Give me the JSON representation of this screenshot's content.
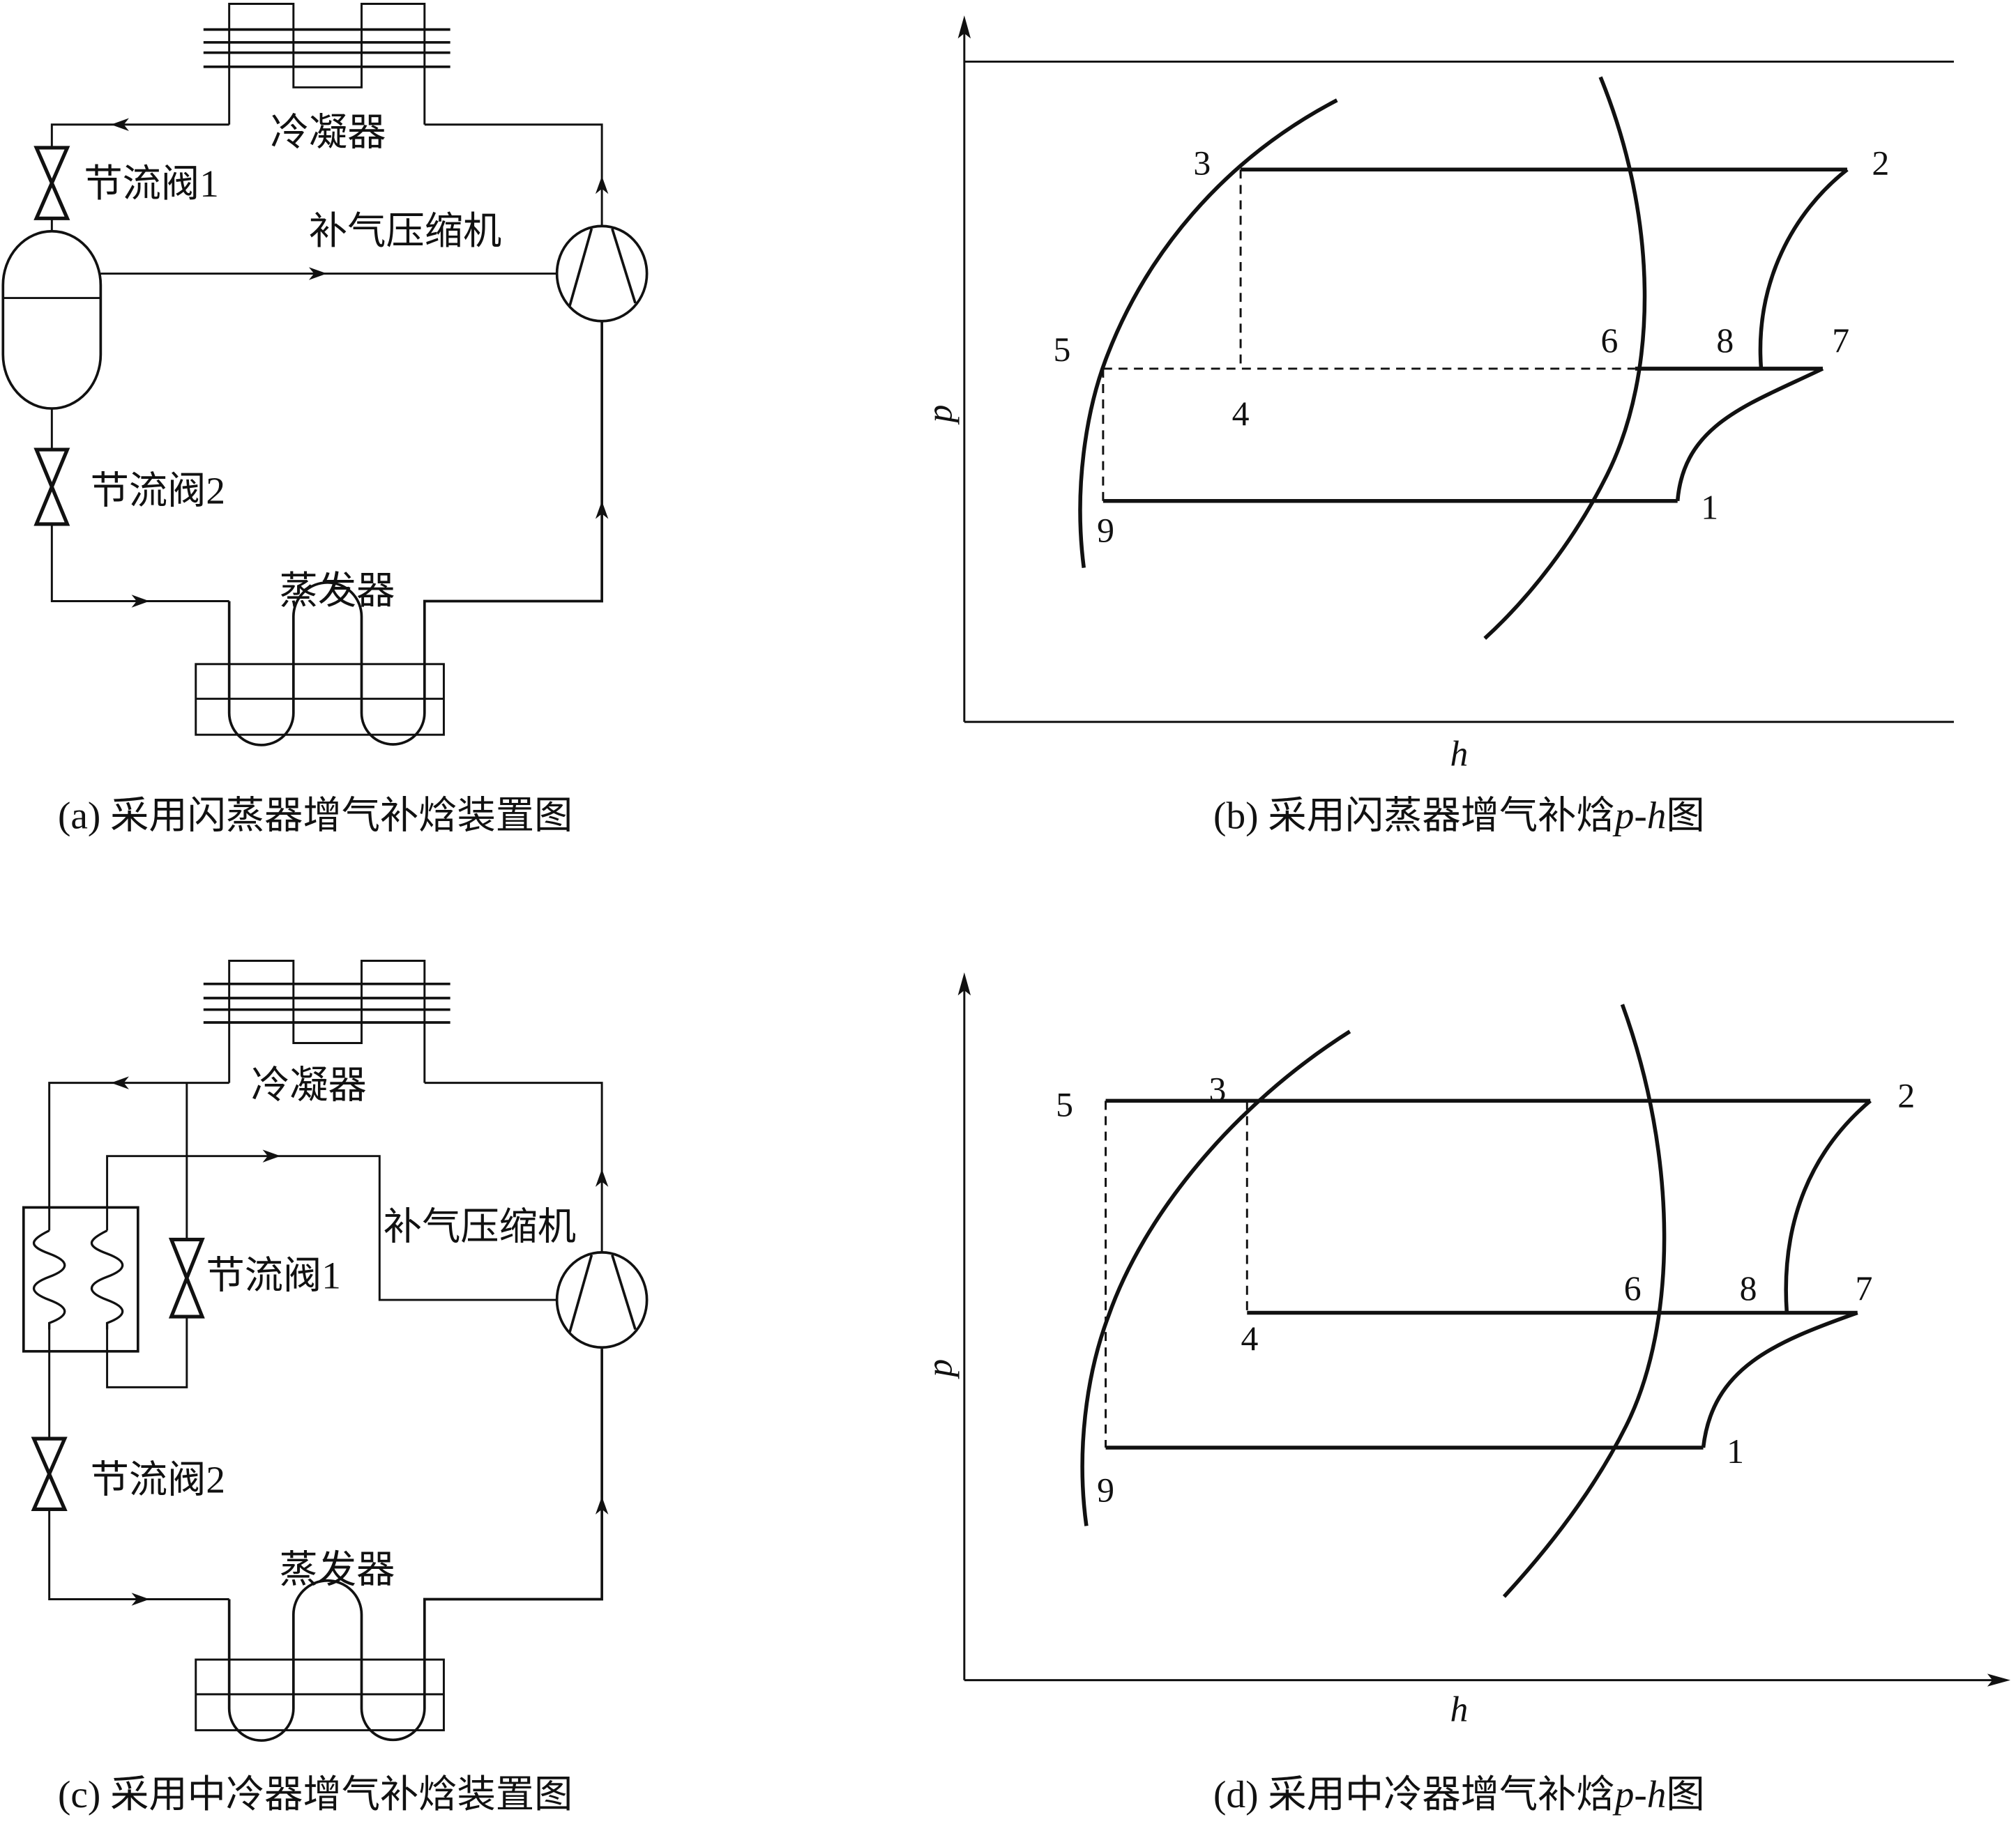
{
  "panel_a": {
    "condenser": "冷凝器",
    "valve1": "节流阀1",
    "compressor": "补气压缩机",
    "valve2": "节流阀2",
    "evaporator": "蒸发器",
    "caption": "(a) 采用闪蒸器增气补焓装置图"
  },
  "panel_b": {
    "y_axis": "p",
    "x_axis": "h",
    "points": {
      "p1": "1",
      "p2": "2",
      "p3": "3",
      "p4": "4",
      "p5": "5",
      "p6": "6",
      "p7": "7",
      "p8": "8",
      "p9": "9"
    },
    "caption_prefix": "(b) 采用闪蒸器增气补焓",
    "caption_p": "p",
    "caption_dash": "-",
    "caption_h": "h",
    "caption_suffix": "图"
  },
  "panel_c": {
    "condenser": "冷凝器",
    "compressor": "补气压缩机",
    "valve1": "节流阀1",
    "valve2": "节流阀2",
    "evaporator": "蒸发器",
    "caption": "(c) 采用中冷器增气补焓装置图"
  },
  "panel_d": {
    "y_axis": "p",
    "x_axis": "h",
    "points": {
      "p1": "1",
      "p2": "2",
      "p3": "3",
      "p4": "4",
      "p5": "5",
      "p6": "6",
      "p7": "7",
      "p8": "8",
      "p9": "9"
    },
    "caption_prefix": "(d) 采用中冷器增气补焓",
    "caption_p": "p",
    "caption_dash": "-",
    "caption_h": "h",
    "caption_suffix": "图"
  }
}
